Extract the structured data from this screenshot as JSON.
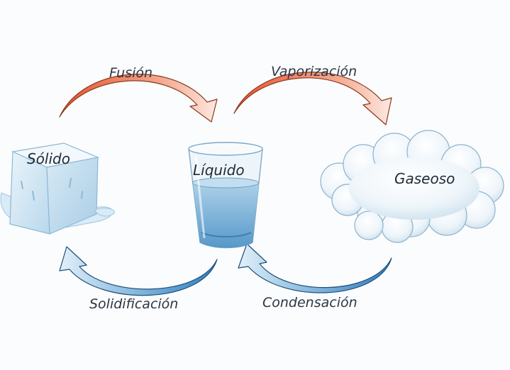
{
  "states": {
    "solid": "Sólido",
    "liquid": "Líquido",
    "gas": "Gaseoso"
  },
  "transitions": {
    "fusion": "Fusión",
    "vaporization": "Vaporización",
    "solidification": "Solidificación",
    "condensation": "Condensación"
  },
  "colors": {
    "heating_arrow": "#e8512a",
    "cooling_arrow": "#2f7fc0",
    "water": "#5b9fcf",
    "ice": "#cfe6f3",
    "cloud": "#dbeaf3"
  }
}
